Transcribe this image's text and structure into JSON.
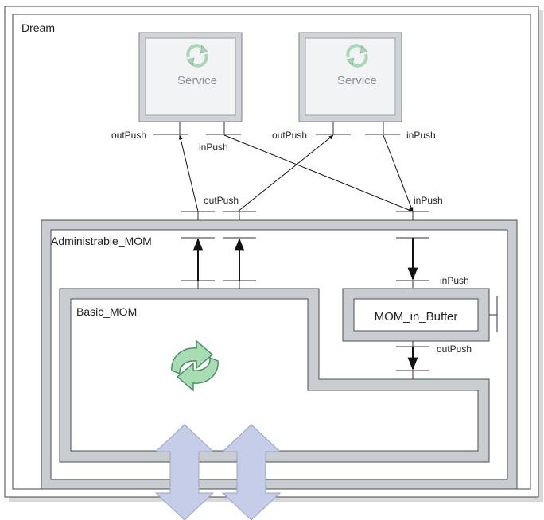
{
  "outer_label": "Dream",
  "services": [
    {
      "label": "Service",
      "out_port": "outPush",
      "in_port": "inPush"
    },
    {
      "label": "Service",
      "out_port": "outPush",
      "in_port": "inPush"
    }
  ],
  "admin": {
    "label": "Administrable_MOM",
    "out_port": "outPush",
    "in_port": "inPush"
  },
  "basic": {
    "label": "Basic_MOM"
  },
  "buffer": {
    "label": "MOM_in_Buffer",
    "in_port": "inPush",
    "out_port": "outPush"
  },
  "colors": {
    "frame_fill": "#c9ccd0",
    "frame_stroke": "#4a4f55",
    "service_fill": "#e3e5e8",
    "service_stroke": "#9aa0a6",
    "cycle_green": "#9fd4a8",
    "cycle_green_dark": "#3d8f57",
    "arrow_fill": "#c6cde8",
    "arrow_stroke": "#9aa3c8"
  }
}
